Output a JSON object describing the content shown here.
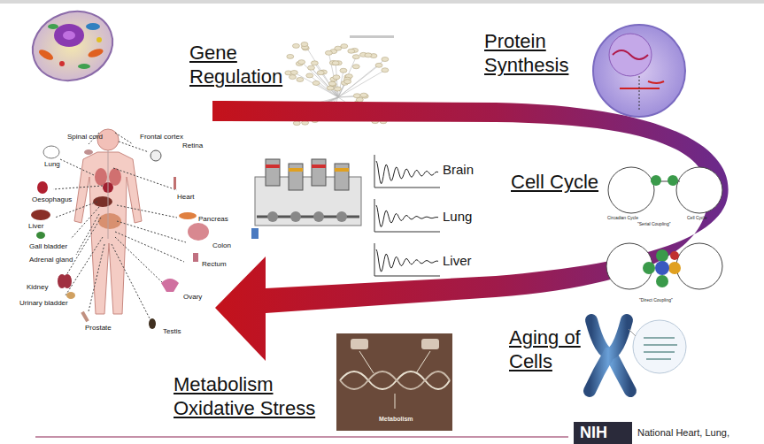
{
  "diagram": {
    "labels": [
      "Gene Regulation",
      "Protein Synthesis",
      "Cell Cycle",
      "Aging of Cells",
      "Metabolism Oxidative Stress",
      "Brain",
      "Lung",
      "Liver",
      "Spinal cord",
      "Frontal cortex",
      "Retina",
      "Lung",
      "Heart",
      "Oesophagus",
      "Liver",
      "Pancreas",
      "Gall bladder",
      "Colon",
      "Adrenal gland",
      "Rectum",
      "Kidney",
      "Ovary",
      "Urinary bladder",
      "Prostate",
      "Testis",
      "Circadian Cycle",
      "Cell Cycle",
      "\"Serial Coupling\"",
      "\"Direct Coupling\"",
      "Metabolism",
      "NIH",
      "National Heart, Lung,"
    ]
  }
}
